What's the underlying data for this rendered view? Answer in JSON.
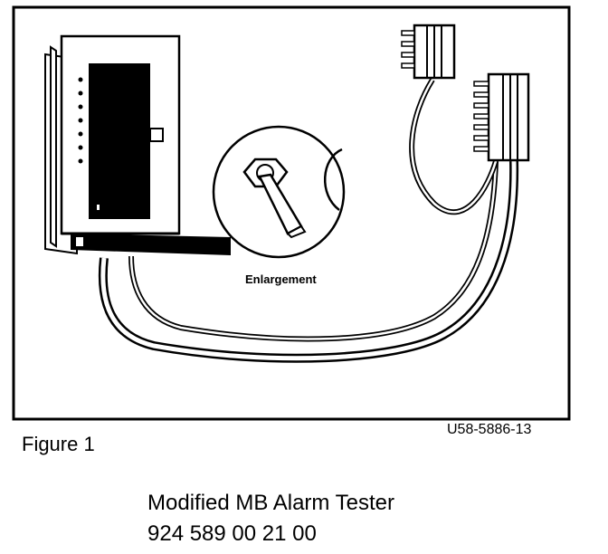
{
  "figure": {
    "label": "Figure 1",
    "drawing_number": "U58-5886-13",
    "enlargement_label": "Enlargement"
  },
  "caption": {
    "title": "Modified MB Alarm Tester",
    "part_number": "924 589 00 21 00"
  }
}
